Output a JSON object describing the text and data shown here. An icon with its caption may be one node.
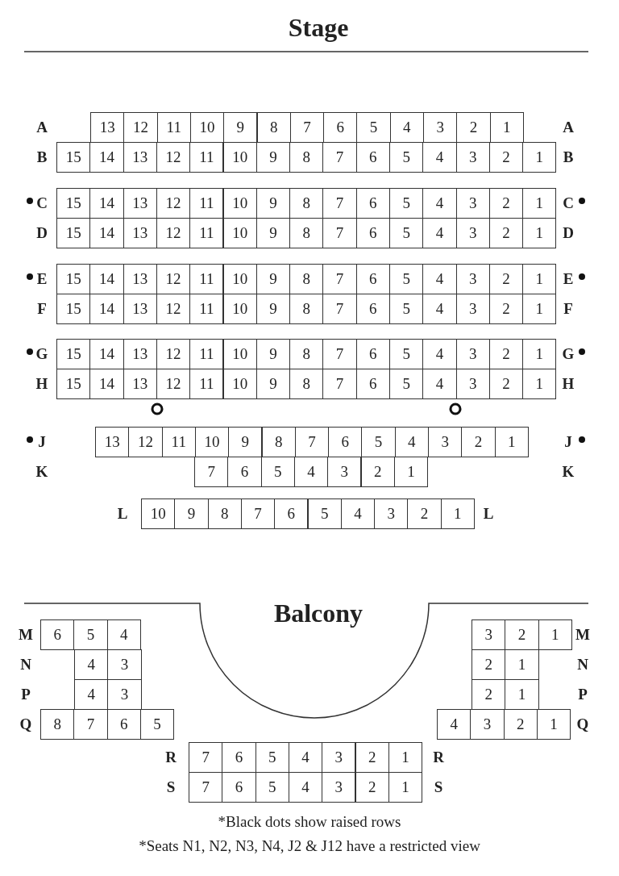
{
  "diagram": {
    "labels": [
      "Stage",
      "A",
      "13",
      "12",
      "11",
      "10",
      "9",
      "8",
      "7",
      "6",
      "5",
      "4",
      "3",
      "2",
      "1",
      "A",
      "B",
      "15",
      "14",
      "13",
      "12",
      "11",
      "10",
      "9",
      "8",
      "7",
      "6",
      "5",
      "4",
      "3",
      "2",
      "1",
      "B",
      "C",
      "15",
      "14",
      "13",
      "12",
      "11",
      "10",
      "9",
      "8",
      "7",
      "6",
      "5",
      "4",
      "3",
      "2",
      "1",
      "C",
      "D",
      "15",
      "14",
      "13",
      "12",
      "11",
      "10",
      "9",
      "8",
      "7",
      "6",
      "5",
      "4",
      "3",
      "2",
      "1",
      "D",
      "E",
      "15",
      "14",
      "13",
      "12",
      "11",
      "10",
      "9",
      "8",
      "7",
      "6",
      "5",
      "4",
      "3",
      "2",
      "1",
      "E",
      "F",
      "15",
      "14",
      "13",
      "12",
      "11",
      "10",
      "9",
      "8",
      "7",
      "6",
      "5",
      "4",
      "3",
      "2",
      "1",
      "F",
      "G",
      "15",
      "14",
      "13",
      "12",
      "11",
      "10",
      "9",
      "8",
      "7",
      "6",
      "5",
      "4",
      "3",
      "2",
      "1",
      "G",
      "H",
      "15",
      "14",
      "13",
      "12",
      "11",
      "10",
      "9",
      "8",
      "7",
      "6",
      "5",
      "4",
      "3",
      "2",
      "1",
      "H",
      "J",
      "13",
      "12",
      "11",
      "10",
      "9",
      "8",
      "7",
      "6",
      "5",
      "4",
      "3",
      "2",
      "1",
      "J",
      "K",
      "7",
      "6",
      "5",
      "4",
      "3",
      "2",
      "1",
      "K",
      "L",
      "10",
      "9",
      "8",
      "7",
      "6",
      "5",
      "4",
      "3",
      "2",
      "1",
      "L",
      "Balcony",
      "M",
      "6",
      "5",
      "4",
      "3",
      "2",
      "1",
      "M",
      "N",
      "4",
      "3",
      "2",
      "1",
      "N",
      "P",
      "4",
      "3",
      "2",
      "1",
      "P",
      "Q",
      "8",
      "7",
      "6",
      "5",
      "4",
      "3",
      "2",
      "1",
      "Q",
      "R",
      "7",
      "6",
      "5",
      "4",
      "3",
      "2",
      "1",
      "R",
      "S",
      "7",
      "6",
      "5",
      "4",
      "3",
      "2",
      "1",
      "S",
      "*Black dots show raised rows",
      "*Seats N1, N2, N3, N4, J2 & J12 have a restricted view"
    ]
  }
}
